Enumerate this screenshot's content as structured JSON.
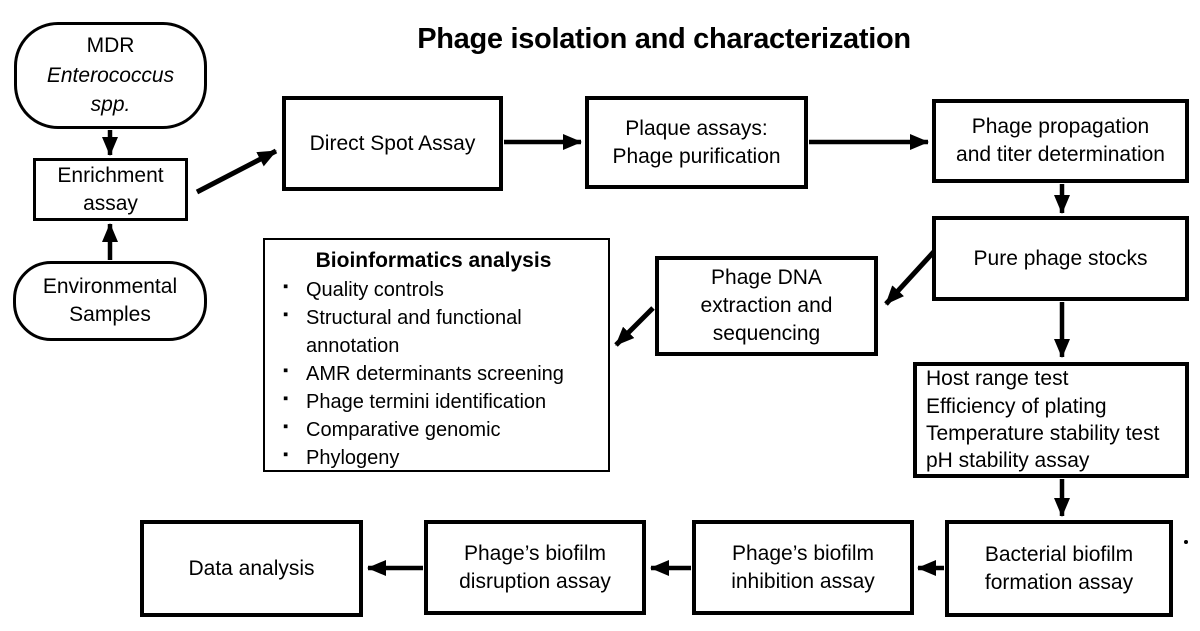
{
  "title": "Phage isolation and characterization",
  "colors": {
    "ink": "#000000",
    "background": "#ffffff"
  },
  "nodes": {
    "mdr": {
      "line1": "MDR",
      "line2": "Enterococcus",
      "line3": "spp."
    },
    "enrichment": {
      "label": "Enrichment\nassay"
    },
    "environmental": {
      "label": "Environmental\nSamples"
    },
    "direct_spot": {
      "label": "Direct Spot Assay"
    },
    "plaque": {
      "label": "Plaque assays:\nPhage purification"
    },
    "propagation": {
      "label": "Phage propagation\nand titer determination"
    },
    "pure_stocks": {
      "label": "Pure phage stocks"
    },
    "phage_dna": {
      "label": "Phage DNA\nextraction and\nsequencing"
    },
    "bioinformatics": {
      "heading": "Bioinformatics analysis",
      "items": [
        "Quality controls",
        "Structural and functional annotation",
        "AMR determinants screening",
        "Phage termini identification",
        "Comparative genomic",
        "Phylogeny"
      ]
    },
    "host_range": {
      "label": "Host range test\nEfficiency of plating\nTemperature stability test\npH stability assay"
    },
    "bacterial_biofilm": {
      "label": "Bacterial biofilm\nformation assay"
    },
    "inhibition": {
      "label": "Phage’s biofilm\ninhibition assay"
    },
    "disruption": {
      "label": "Phage’s biofilm\ndisruption assay"
    },
    "data_analysis": {
      "label": "Data analysis"
    }
  }
}
